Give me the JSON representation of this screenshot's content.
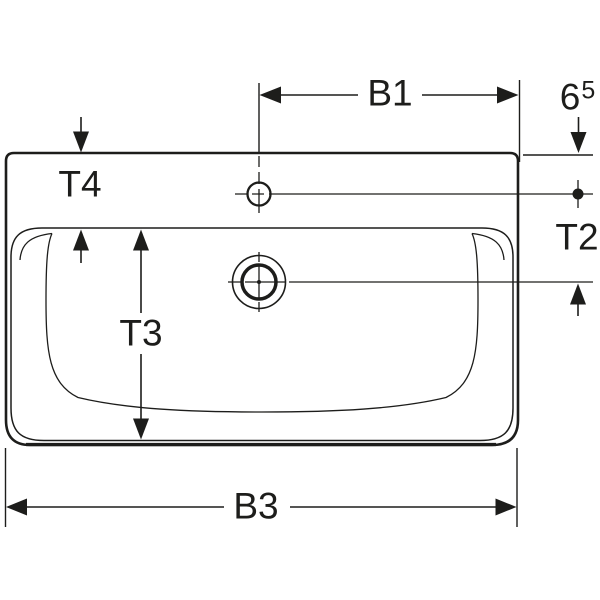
{
  "drawing": {
    "title": "washbasin-top-view-dimension-drawing",
    "background": "#ffffff",
    "line_color": "#1d1d1b",
    "labels": {
      "t4": "T4",
      "b1": "B1",
      "t2": "T2",
      "t3": "T3",
      "b3": "B3",
      "tap_offset_value": "6",
      "tap_offset_exponent": "5"
    }
  }
}
